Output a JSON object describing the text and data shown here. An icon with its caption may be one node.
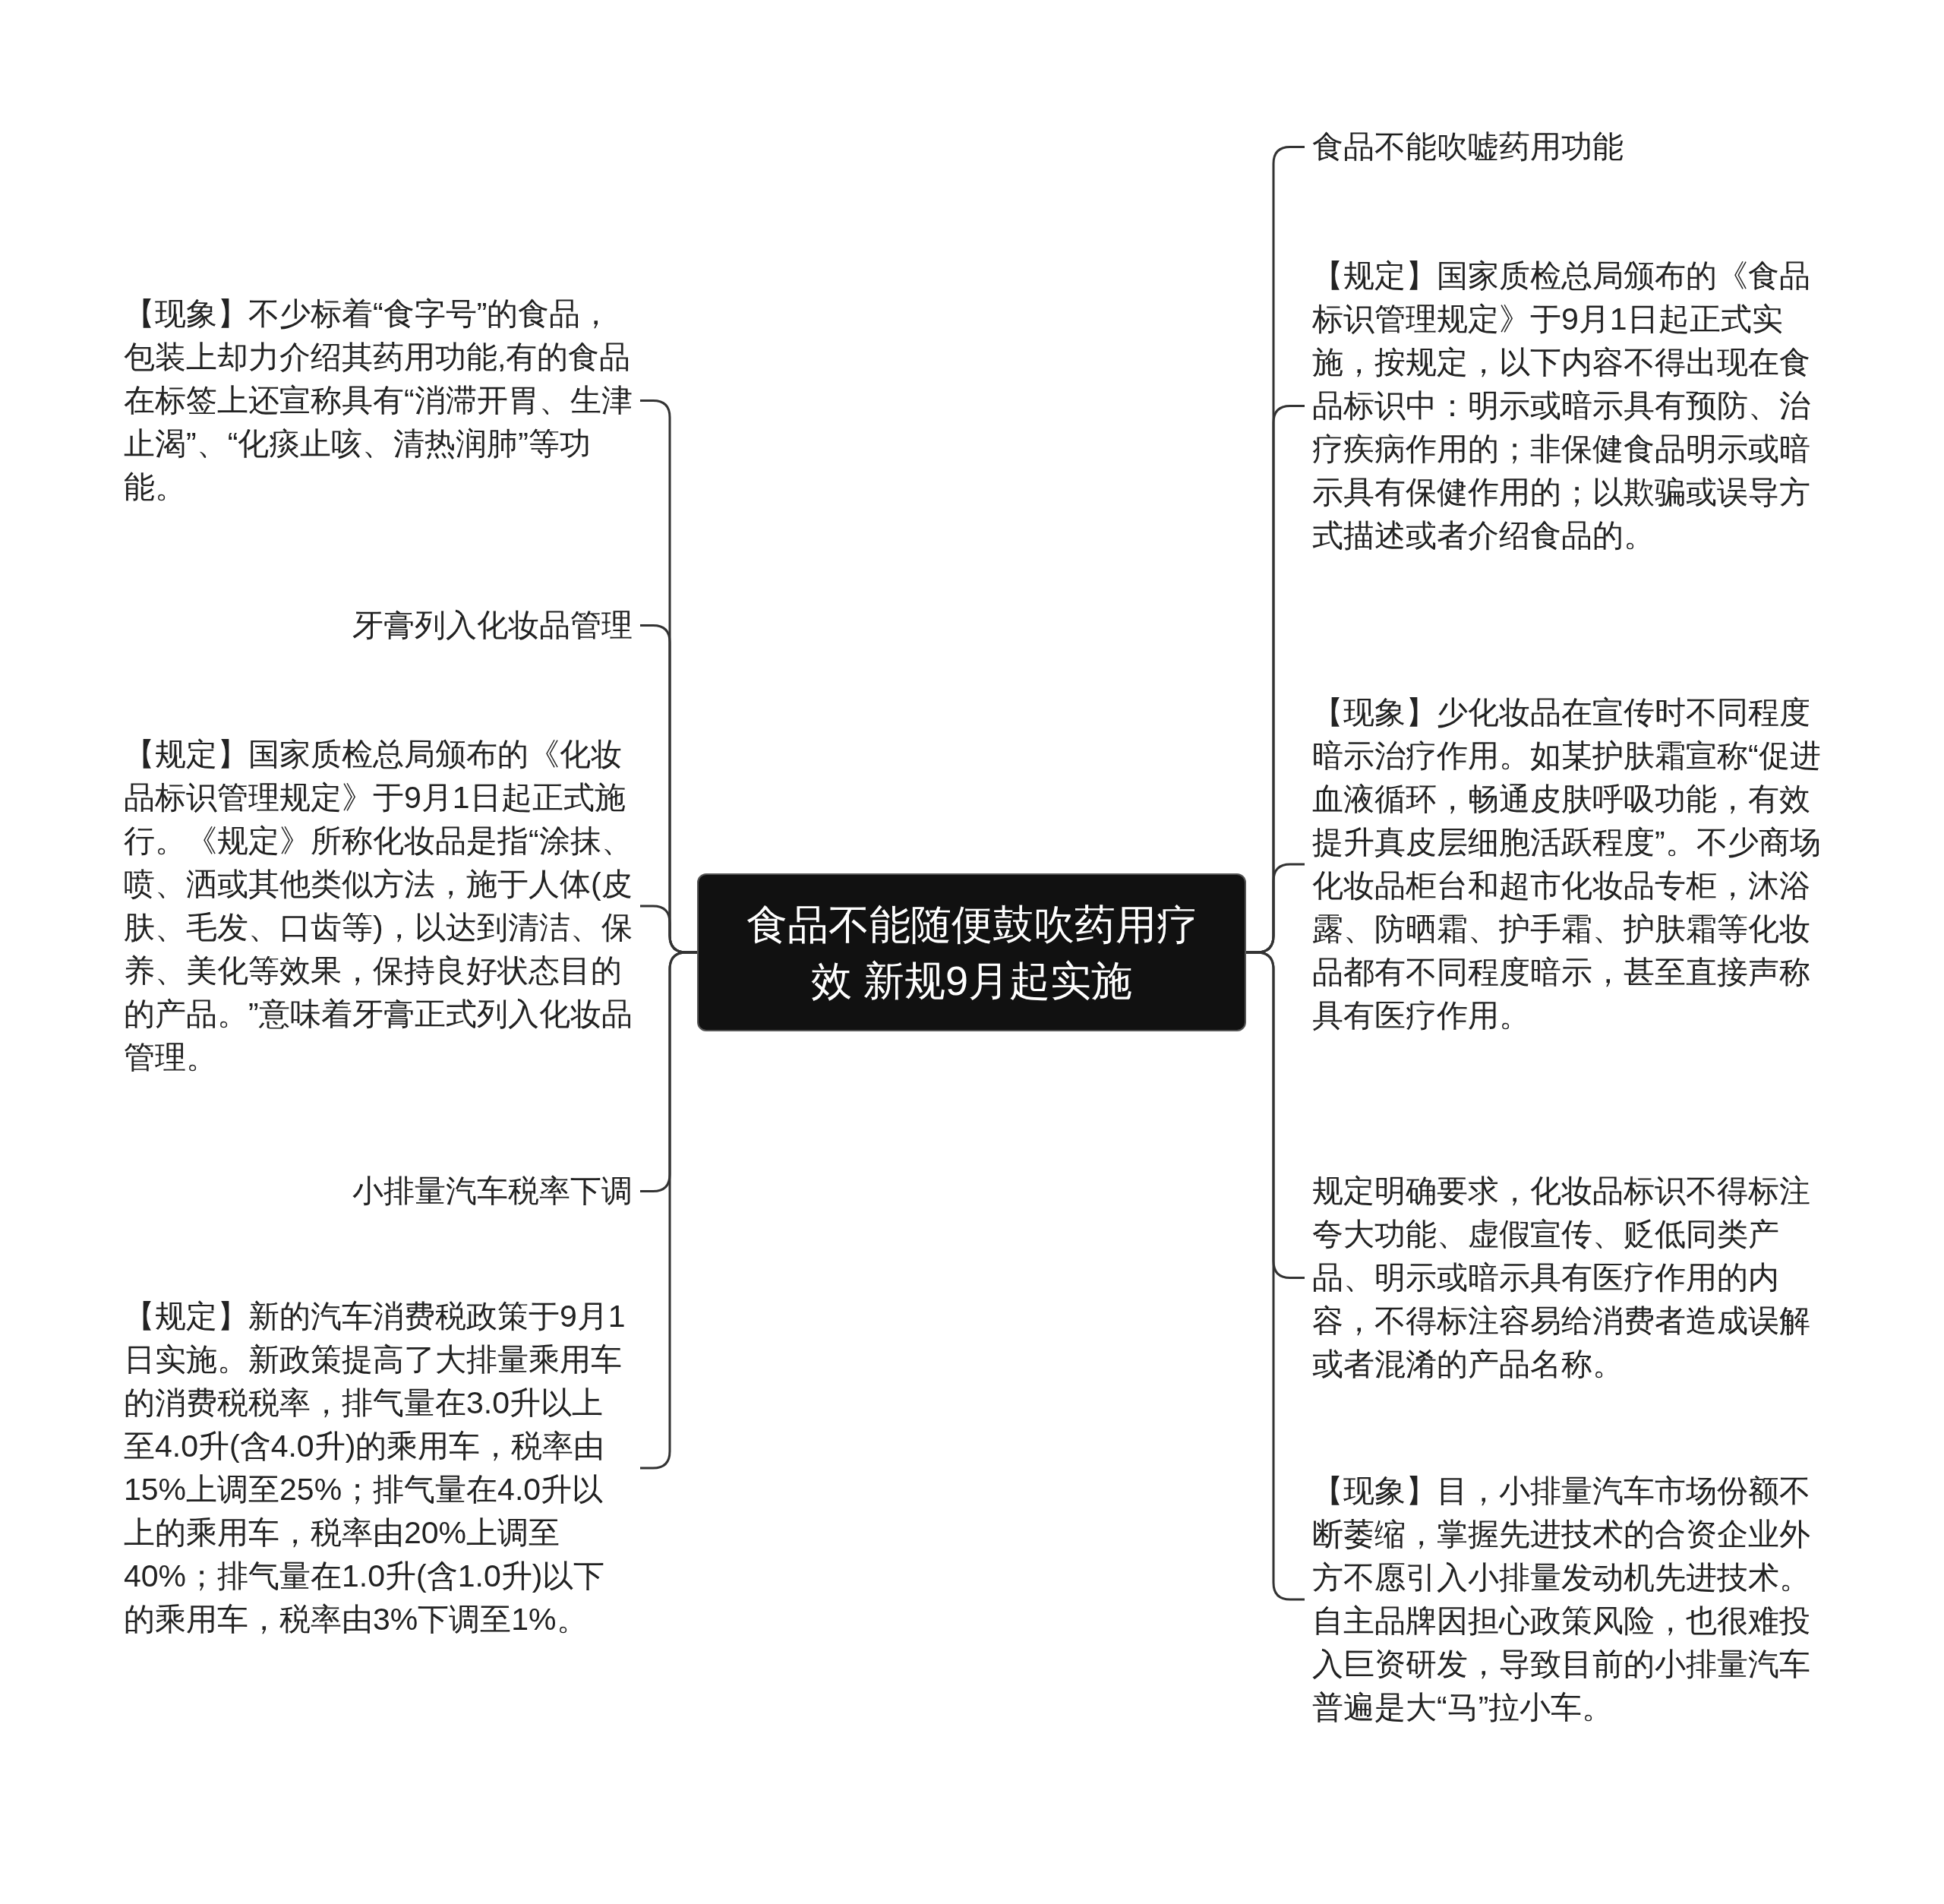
{
  "diagram": {
    "nodes": [
      {
        "text": [
          "食品不能随便鼓吹药用疗效 新规9月起实施"
        ]
      },
      {
        "text": [
          "【现象】不少标着“食字号”的食品，包装上却力介绍其药用功能,有的食品在标签上还宣称具有“消滞开胃、生津止渴”、“化痰止咳、清热润肺”等功能。"
        ]
      },
      {
        "text": [
          "牙膏列入化妆品管理"
        ]
      },
      {
        "text": [
          "【规定】国家质检总局颁布的《化妆品标识管理规定》于9月1日起正式施行。《规定》所称化妆品是指“涂抹、喷、洒或其他类似方法，施于人体(皮肤、毛发、口齿等)，以达到清洁、保养、美化等效果，保持良好状态目的的产品。”意味着牙膏正式列入化妆品管理。"
        ]
      },
      {
        "text": [
          "小排量汽车税率下调"
        ]
      },
      {
        "text": [
          "【规定】新的汽车消费税政策于9月1日实施。新政策提高了大排量乘用车的消费税税率，排气量在3.0升以上至4.0升(含4.0升)的乘用车，税率由15%上调至25%；排气量在4.0升以上的乘用车，税率由20%上调至40%；排气量在1.0升(含1.0升)以下的乘用车，税率由3%下调至1%。"
        ]
      },
      {
        "text": [
          "食品不能吹嘘药用功能"
        ]
      },
      {
        "text": [
          "【规定】国家质检总局颁布的《食品标识管理规定》于9月1日起正式实施，按规定，以下内容不得出现在食品标识中：明示或暗示具有预防、治疗疾病作用的；非保健食品明示或暗示具有保健作用的；以欺骗或误导方式描述或者介绍食品的。"
        ]
      },
      {
        "text": [
          "【现象】少化妆品在宣传时不同程度暗示治疗作用。如某护肤霜宣称“促进血液循环，畅通皮肤呼吸功能，有效提升真皮层细胞活跃程度”。不少商场化妆品柜台和超市化妆品专柜，沐浴露、防晒霜、护手霜、护肤霜等化妆品都有不同程度暗示，甚至直接声称具有医疗作用。"
        ]
      },
      {
        "text": [
          "规定明确要求，化妆品标识不得标注夸大功能、虚假宣传、贬低同类产品、明示或暗示具有医疗作用的内容，不得标注容易给消费者造成误解或者混淆的产品名称。"
        ]
      },
      {
        "text": [
          "【现象】目，小排量汽车市场份额不断萎缩，掌握先进技术的合资企业外方不愿引入小排量发动机先进技术。自主品牌因担心政策风险，也很难投入巨资研发，导致目前的小排量汽车普遍是大“马”拉小车。"
        ]
      }
    ],
    "edges": [
      {
        "from": 0,
        "to": 1,
        "arrow": "none"
      },
      {
        "from": 0,
        "to": 2,
        "arrow": "none"
      },
      {
        "from": 0,
        "to": 3,
        "arrow": "none"
      },
      {
        "from": 0,
        "to": 4,
        "arrow": "none"
      },
      {
        "from": 0,
        "to": 5,
        "arrow": "none"
      },
      {
        "from": 0,
        "to": 6,
        "arrow": "none"
      },
      {
        "from": 0,
        "to": 7,
        "arrow": "none"
      },
      {
        "from": 0,
        "to": 8,
        "arrow": "none"
      },
      {
        "from": 0,
        "to": 9,
        "arrow": "none"
      },
      {
        "from": 0,
        "to": 10,
        "arrow": "none"
      }
    ]
  }
}
